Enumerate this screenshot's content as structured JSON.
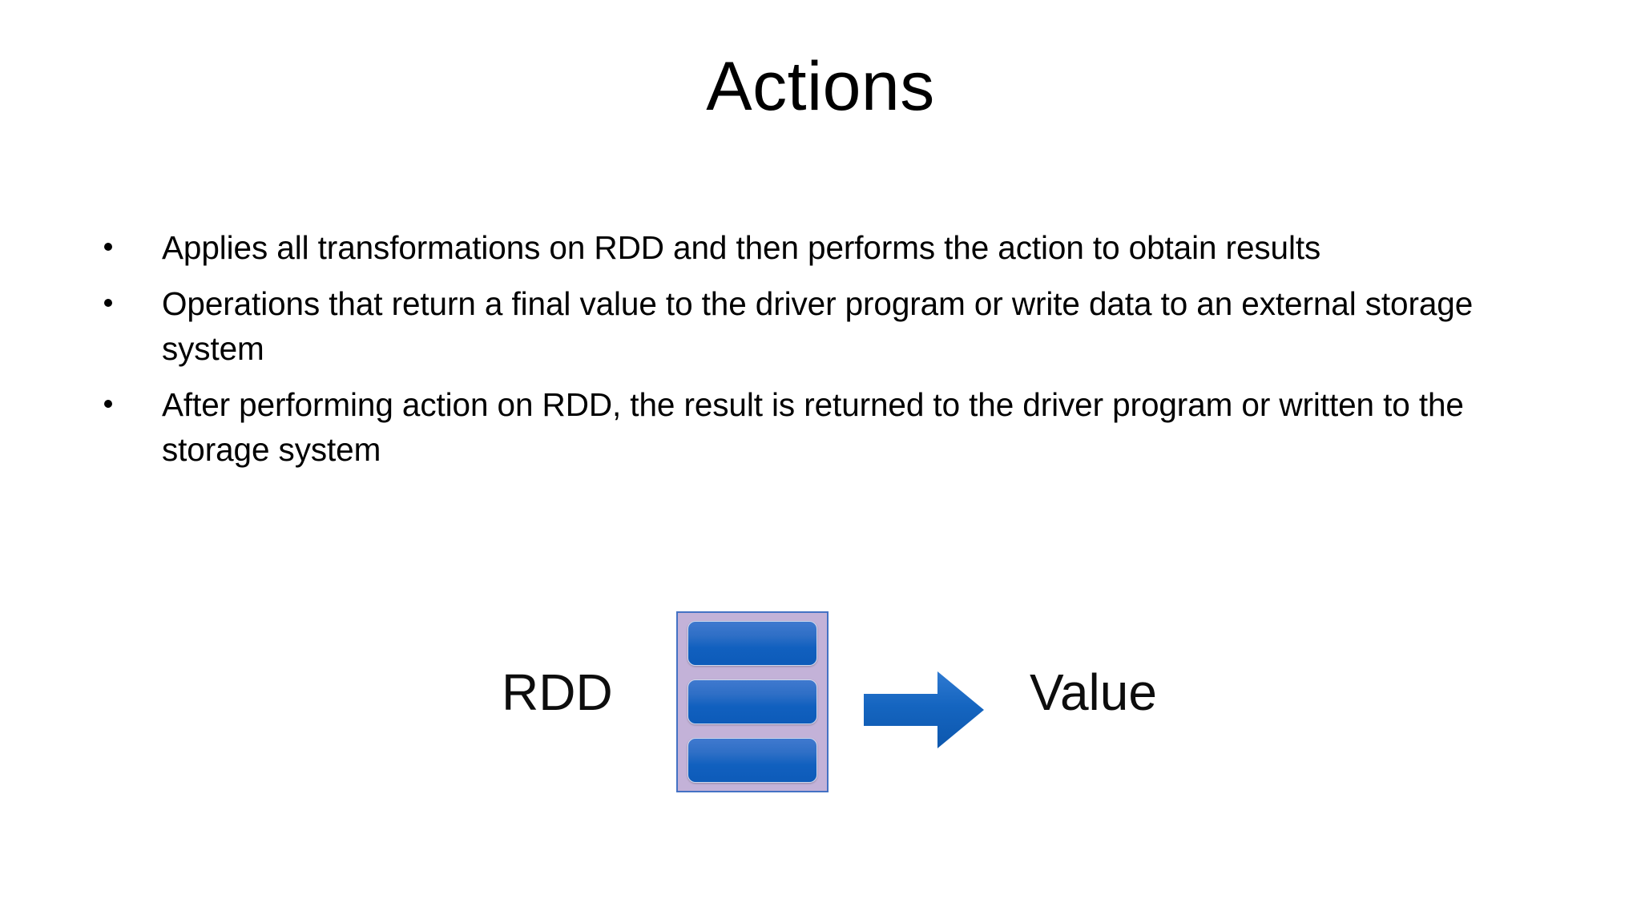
{
  "slide": {
    "title": "Actions",
    "background_color": "#ffffff",
    "text_color": "#000000",
    "bullets": [
      "Applies all transformations on RDD and then performs the action to obtain results",
      "Operations that return a final value to the driver program or write data to an external storage system",
      "After performing action on RDD, the result is returned to the driver program or written to the storage system"
    ],
    "diagram": {
      "source_label": "RDD",
      "result_label": "Value",
      "arrow_icon": "right-arrow-icon",
      "partition_count": 3,
      "colors": {
        "container_fill": "#c3b2d8",
        "container_border": "#4472c4",
        "partition_fill": "#1160bf",
        "arrow_fill": "#1565c0"
      }
    }
  }
}
